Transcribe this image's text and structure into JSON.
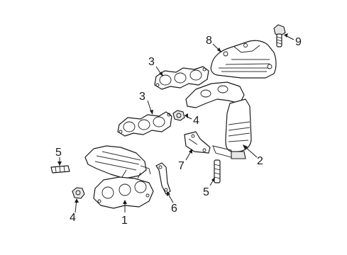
{
  "callouts": {
    "c1": "1",
    "c2": "2",
    "c3a": "3",
    "c3b": "3",
    "c4a": "4",
    "c4b": "4",
    "c5a": "5",
    "c5b": "5",
    "c6": "6",
    "c7": "7",
    "c8": "8",
    "c9": "9"
  },
  "colors": {
    "line": "#1a1a1a",
    "background": "#ffffff",
    "shade": "#e6e6e6"
  }
}
